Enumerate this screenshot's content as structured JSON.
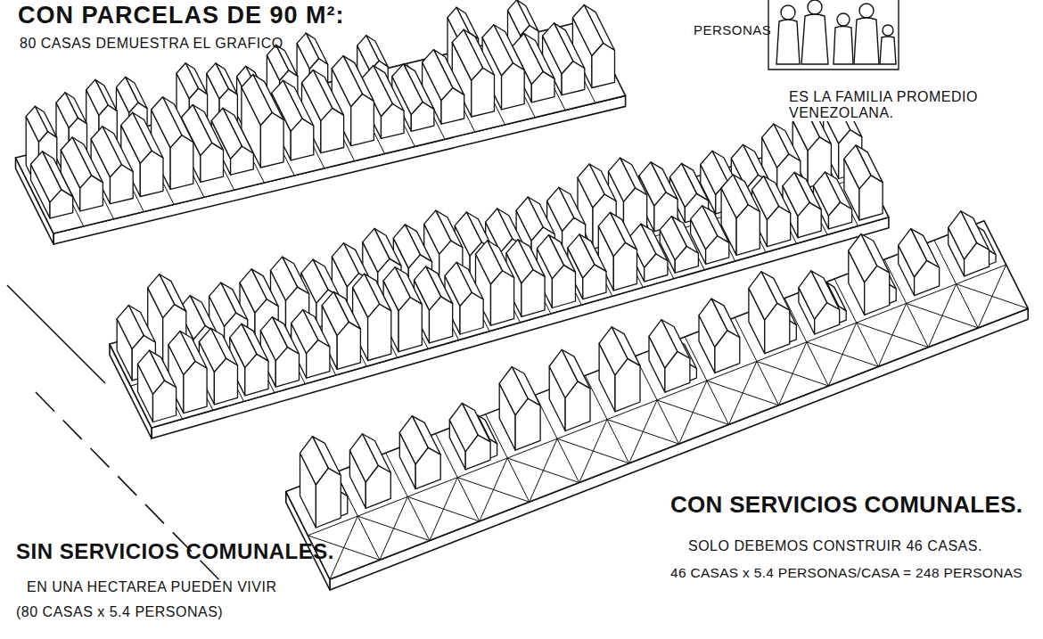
{
  "diagram": {
    "title": "CON PARCELAS DE 90 M²:",
    "labels": [
      "80 CASAS DEMUESTRA EL GRAFICO",
      "PERSONAS",
      "ES LA FAMILIA PROMEDIO VENEZOLANA.",
      "SIN SERVICIOS COMUNALES.",
      "EN UNA HECTAREA PUEDEN VIVIR",
      "(80 CASAS x 5.4 PERSONAS)",
      "CON SERVICIOS COMUNALES.",
      "SOLO DEBEMOS CONSTRUIR 46 CASAS.",
      "46 CASAS x 5.4 PERSONAS/CASA = 248 PERSONAS"
    ]
  }
}
